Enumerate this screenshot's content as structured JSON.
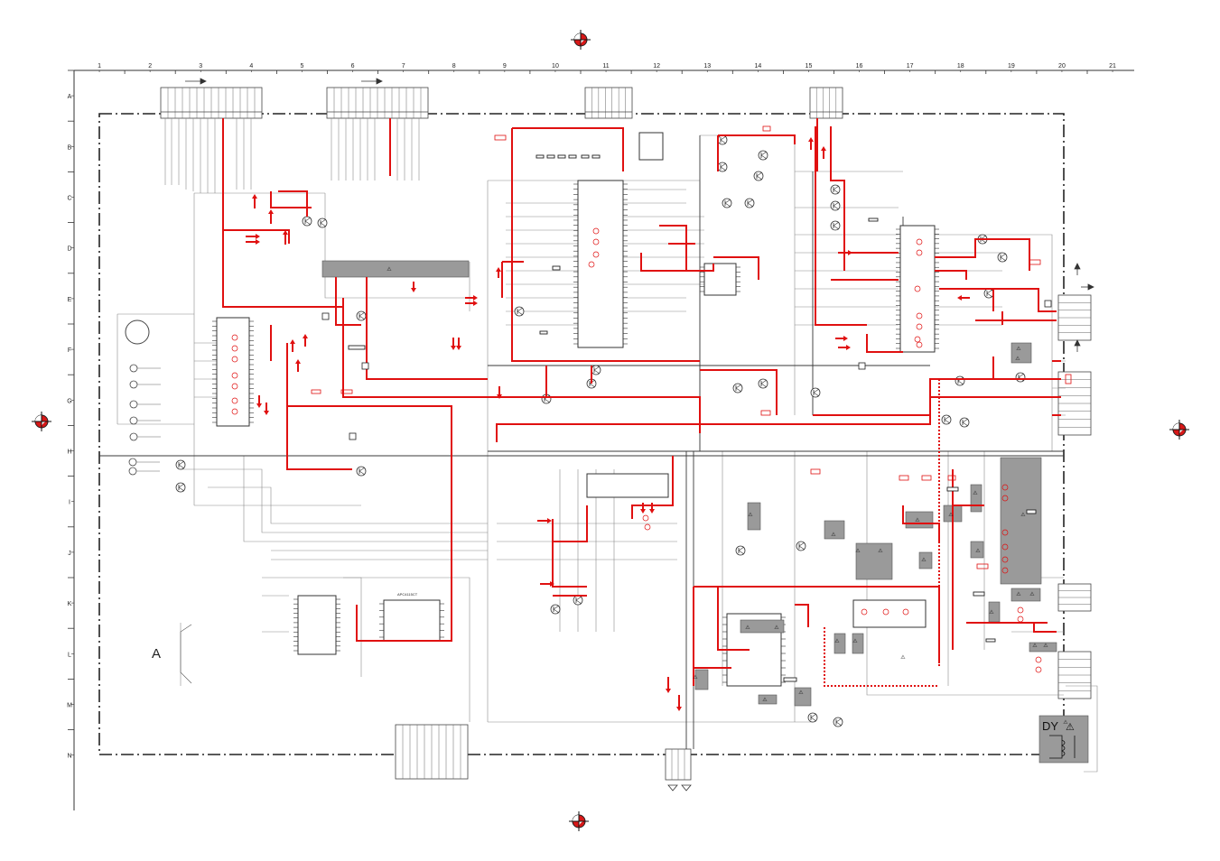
{
  "columns": [
    "1",
    "2",
    "3",
    "4",
    "5",
    "6",
    "7",
    "8",
    "9",
    "10",
    "11",
    "12",
    "13",
    "14",
    "15",
    "16",
    "17",
    "18",
    "19",
    "20",
    "21"
  ],
  "rows": [
    "A",
    "B",
    "C",
    "D",
    "E",
    "F",
    "G",
    "H",
    "I",
    "J",
    "K",
    "L",
    "M",
    "N"
  ],
  "board_label": "A",
  "dy_label": "DY",
  "warning_symbol": "⚠",
  "ic_part_label": "APC4115CT",
  "colors": {
    "line": "#3a3a3a",
    "thin_line": "#8a8a8a",
    "signal_red": "#e01010",
    "shade": "#9a9a9a",
    "border": "#222222",
    "registration_fill": "#d81818"
  }
}
